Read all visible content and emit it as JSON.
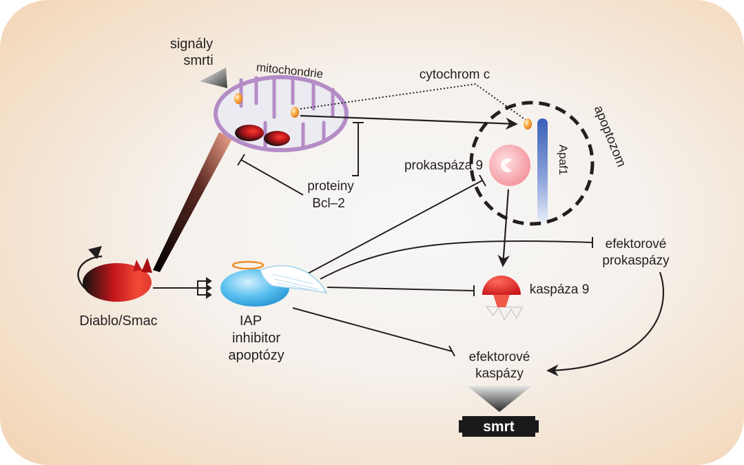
{
  "labels": {
    "death_signals_line1": "signály",
    "death_signals_line2": "smrti",
    "mitochondria": "mitochondrie",
    "cytochrome_c": "cytochrom c",
    "apoptosome": "apoptozom",
    "apaf1": "Apaf1",
    "procaspase9": "prokaspáza 9",
    "bcl2_line1": "proteiny",
    "bcl2_line2": "Bcl–2",
    "effector_procaspases_line1": "efektorové",
    "effector_procaspases_line2": "prokaspázy",
    "caspase9": "kaspáza 9",
    "diablo_smac": "Diablo/Smac",
    "iap_line1": "IAP",
    "iap_line2": "inhibitor",
    "iap_line3": "apoptózy",
    "effector_caspases_line1": "efektorové",
    "effector_caspases_line2": "kaspázy",
    "death": "smrt"
  },
  "colors": {
    "background_warm": "#f6dcc2",
    "background_center": "#f4f4f4",
    "mitochondria_fill": "#ececf2",
    "mitochondria_stroke": "#b48cc6",
    "line": "#231f20",
    "caspase_red": "#e5261f",
    "procaspase_pink": "#f5a3a8",
    "apaf1_blue": "#4e6fc1",
    "iap_blue": "#27a9e1",
    "halo_orange": "#f08a24",
    "death_box": "#1a1a1a"
  }
}
